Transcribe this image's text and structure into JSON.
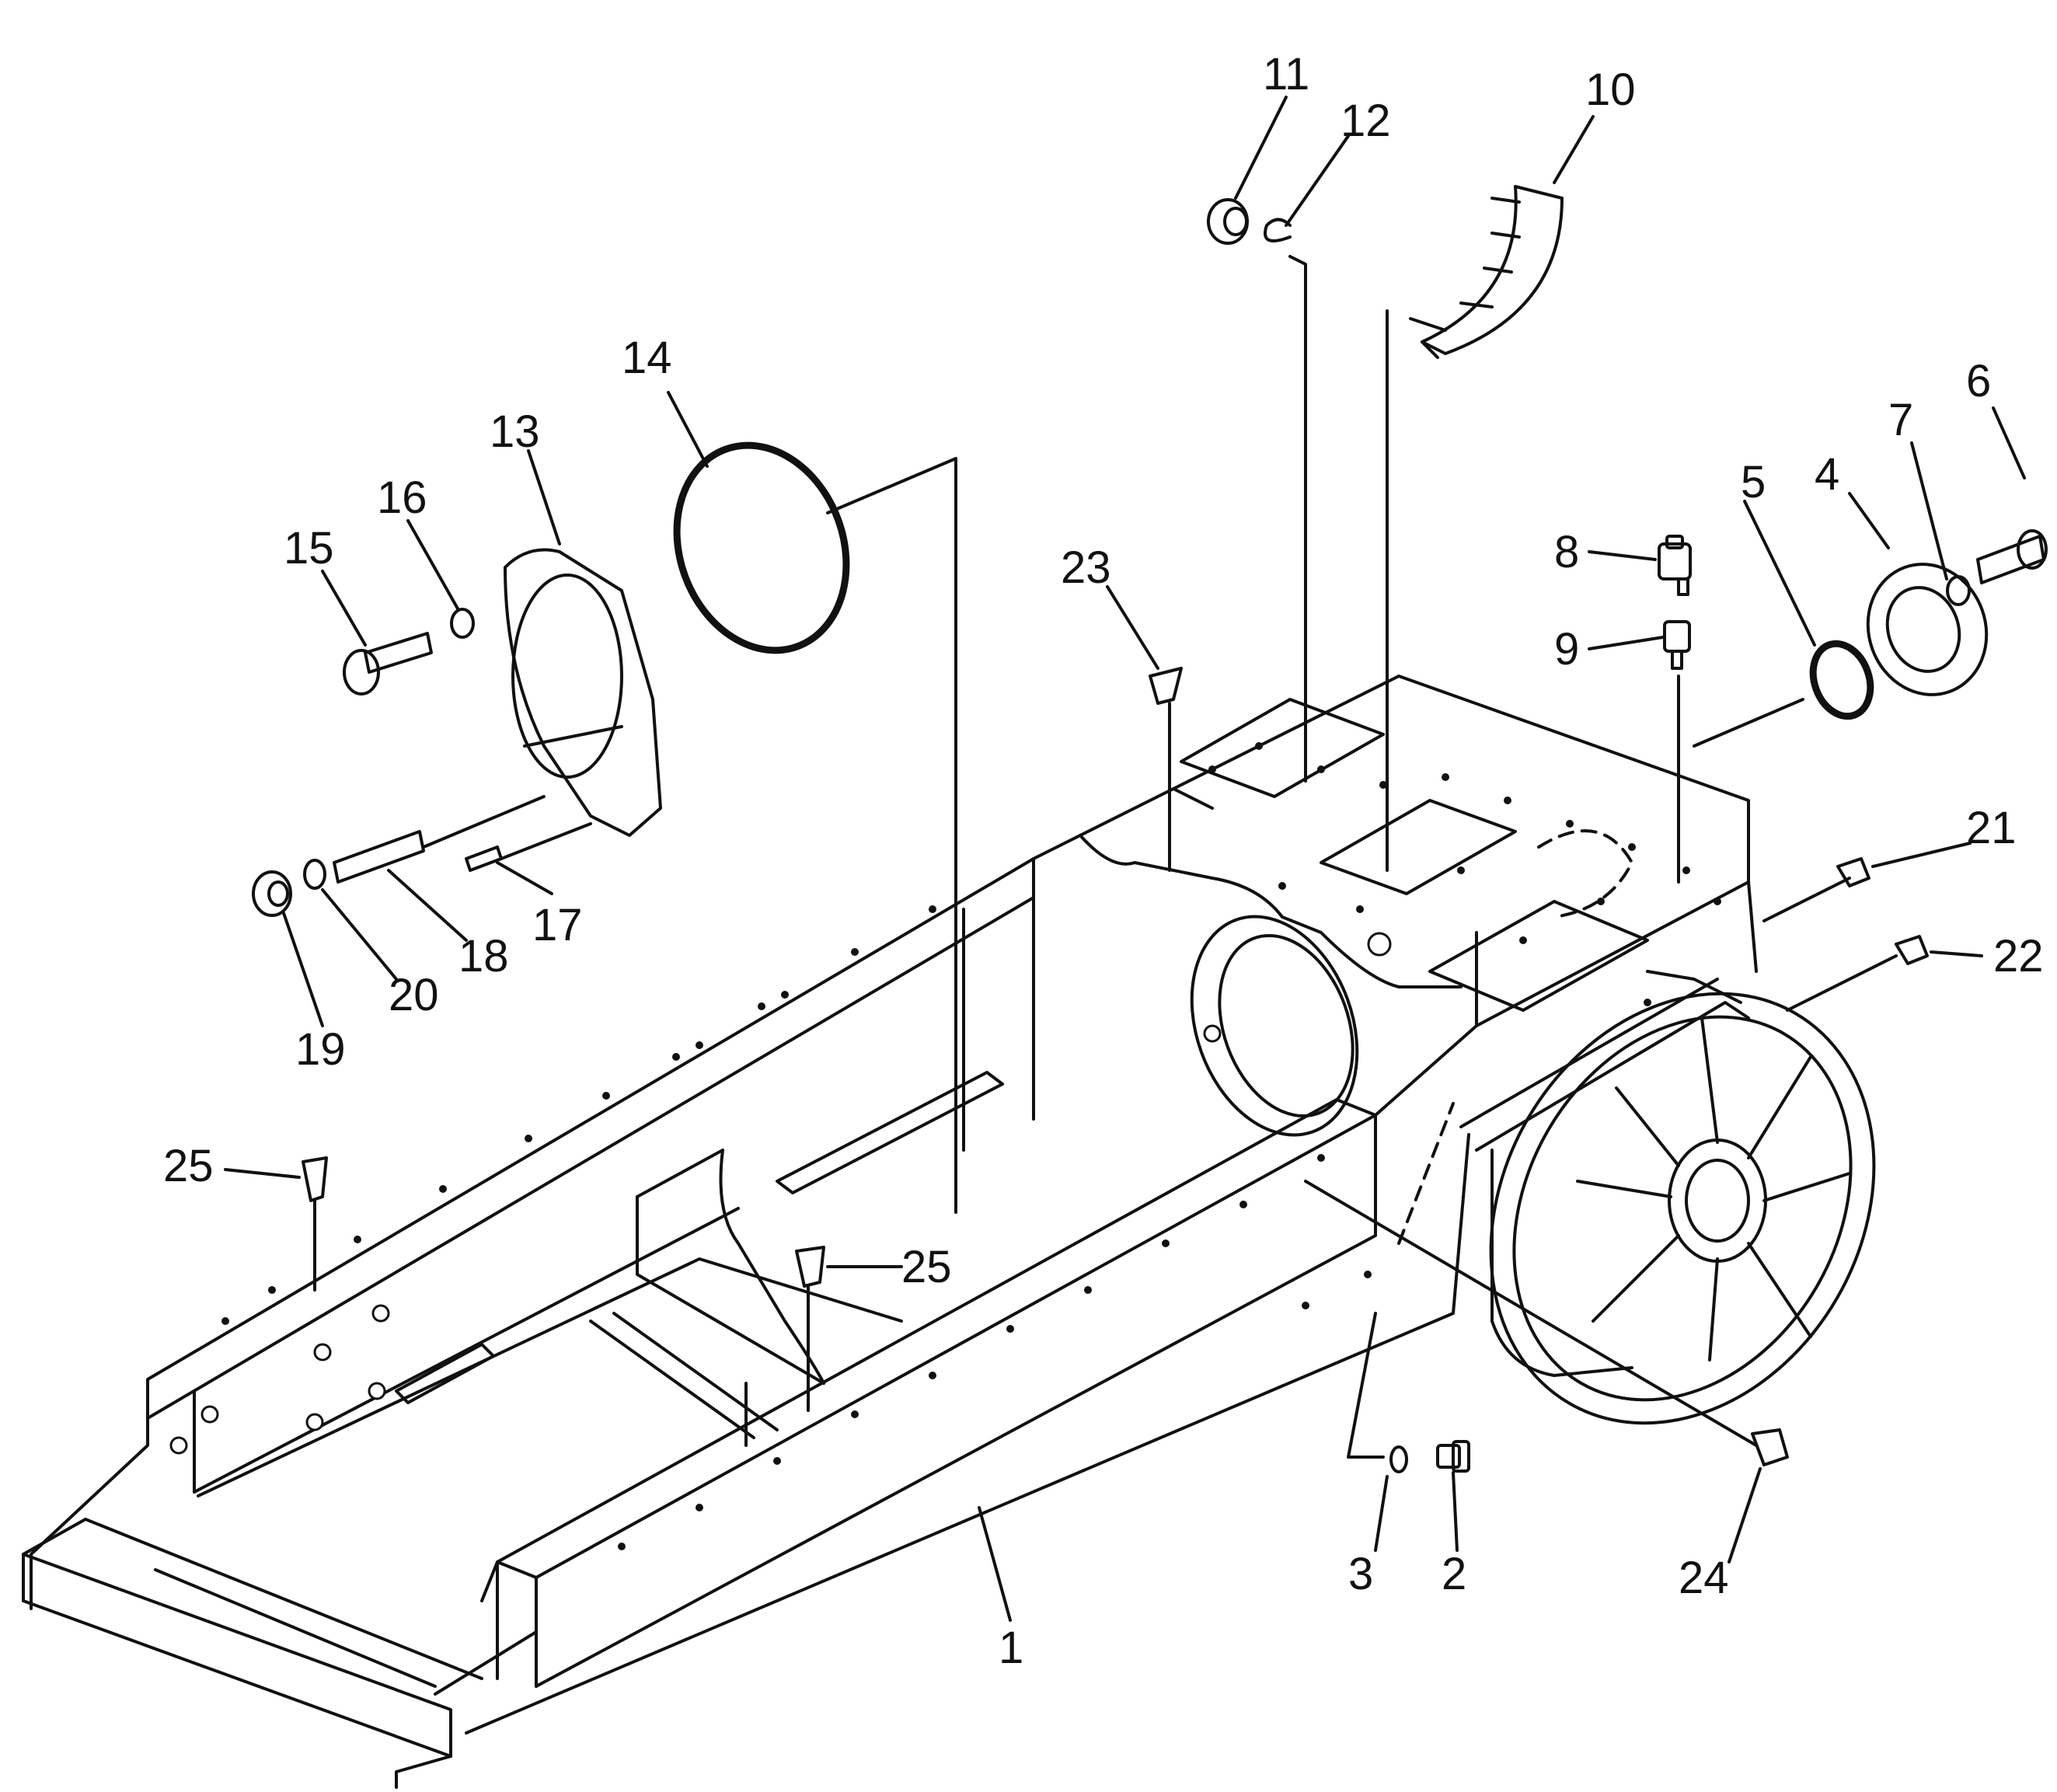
{
  "diagram": {
    "line_color": "#111111",
    "background": "#ffffff",
    "callouts": [
      {
        "part": "1",
        "label": "1"
      },
      {
        "part": "2",
        "label": "2"
      },
      {
        "part": "3",
        "label": "3"
      },
      {
        "part": "4",
        "label": "4"
      },
      {
        "part": "5",
        "label": "5"
      },
      {
        "part": "6",
        "label": "6"
      },
      {
        "part": "7",
        "label": "7"
      },
      {
        "part": "8",
        "label": "8"
      },
      {
        "part": "9",
        "label": "9"
      },
      {
        "part": "10",
        "label": "10"
      },
      {
        "part": "11",
        "label": "11"
      },
      {
        "part": "12",
        "label": "12"
      },
      {
        "part": "13",
        "label": "13"
      },
      {
        "part": "14",
        "label": "14"
      },
      {
        "part": "15",
        "label": "15"
      },
      {
        "part": "16",
        "label": "16"
      },
      {
        "part": "17",
        "label": "17"
      },
      {
        "part": "18",
        "label": "18"
      },
      {
        "part": "19",
        "label": "19"
      },
      {
        "part": "20",
        "label": "20"
      },
      {
        "part": "21",
        "label": "21"
      },
      {
        "part": "22",
        "label": "22"
      },
      {
        "part": "23",
        "label": "23"
      },
      {
        "part": "24",
        "label": "24"
      },
      {
        "part": "25a",
        "label": "25"
      },
      {
        "part": "25b",
        "label": "25"
      }
    ]
  }
}
